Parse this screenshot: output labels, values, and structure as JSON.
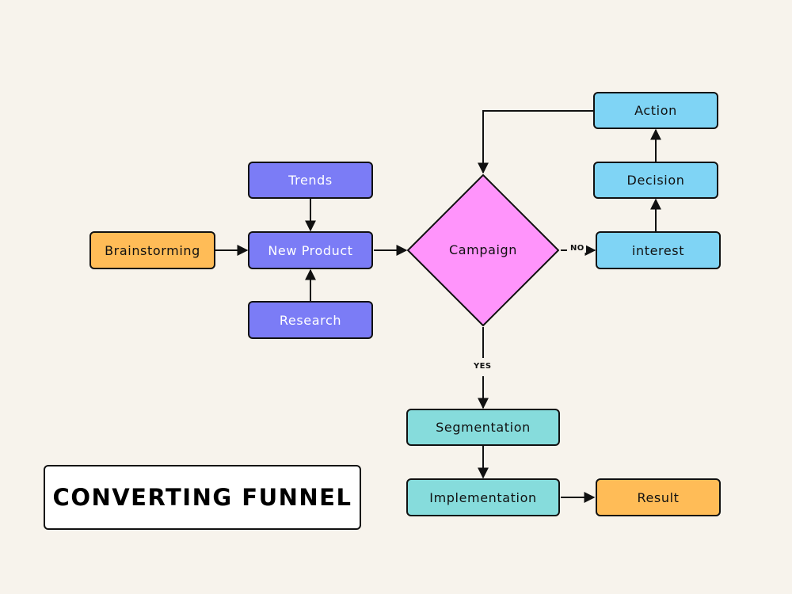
{
  "diagram": {
    "title": "CONVERTING FUNNEL",
    "nodes": {
      "trends": "Trends",
      "brainstorming": "Brainstorming",
      "new_product": "New Product",
      "research": "Research",
      "campaign": "Campaign",
      "action": "Action",
      "decision": "Decision",
      "interest": "interest",
      "segmentation": "Segmentation",
      "implementation": "Implementation",
      "result": "Result"
    },
    "edge_labels": {
      "no": "NO",
      "yes": "YES"
    },
    "colors": {
      "background": "#f7f3ec",
      "purple": "#7b7cf6",
      "orange": "#ffbc57",
      "blue": "#7fd4f5",
      "teal": "#86dcdc",
      "diamond": "#ff94fb"
    }
  }
}
